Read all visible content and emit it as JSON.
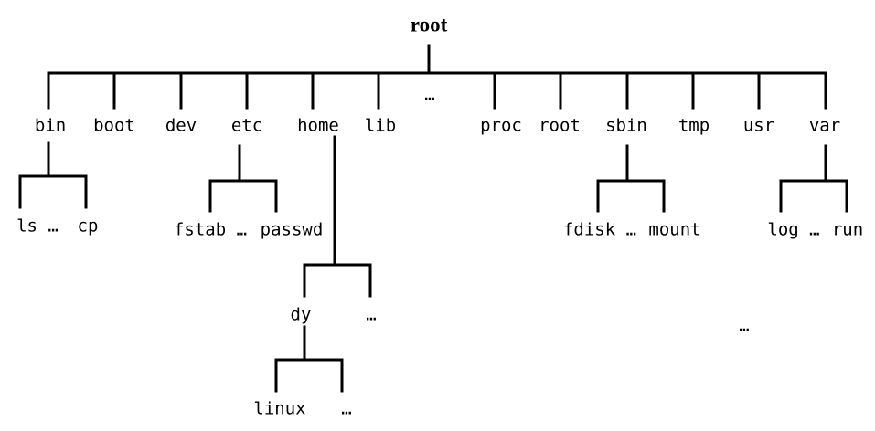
{
  "root": "root",
  "level1": {
    "bin": "bin",
    "boot": "boot",
    "dev": "dev",
    "etc": "etc",
    "home": "home",
    "lib": "lib",
    "ellipsis": "…",
    "proc": "proc",
    "root": "root",
    "sbin": "sbin",
    "tmp": "tmp",
    "usr": "usr",
    "var": "var"
  },
  "bin_children": {
    "ls": "ls …",
    "cp": "cp"
  },
  "etc_children": {
    "fstab": "fstab …",
    "passwd": "passwd"
  },
  "home_children": {
    "dy": "dy",
    "ellipsis": "…"
  },
  "dy_children": {
    "linux": "linux",
    "ellipsis": "…"
  },
  "sbin_children": {
    "fdisk": "fdisk …",
    "mount": "mount"
  },
  "var_children": {
    "log": "log …",
    "run": "run"
  },
  "stray_ellipsis": "…",
  "colors": {
    "line": "#000000",
    "text": "#000000",
    "background": "#ffffff"
  }
}
